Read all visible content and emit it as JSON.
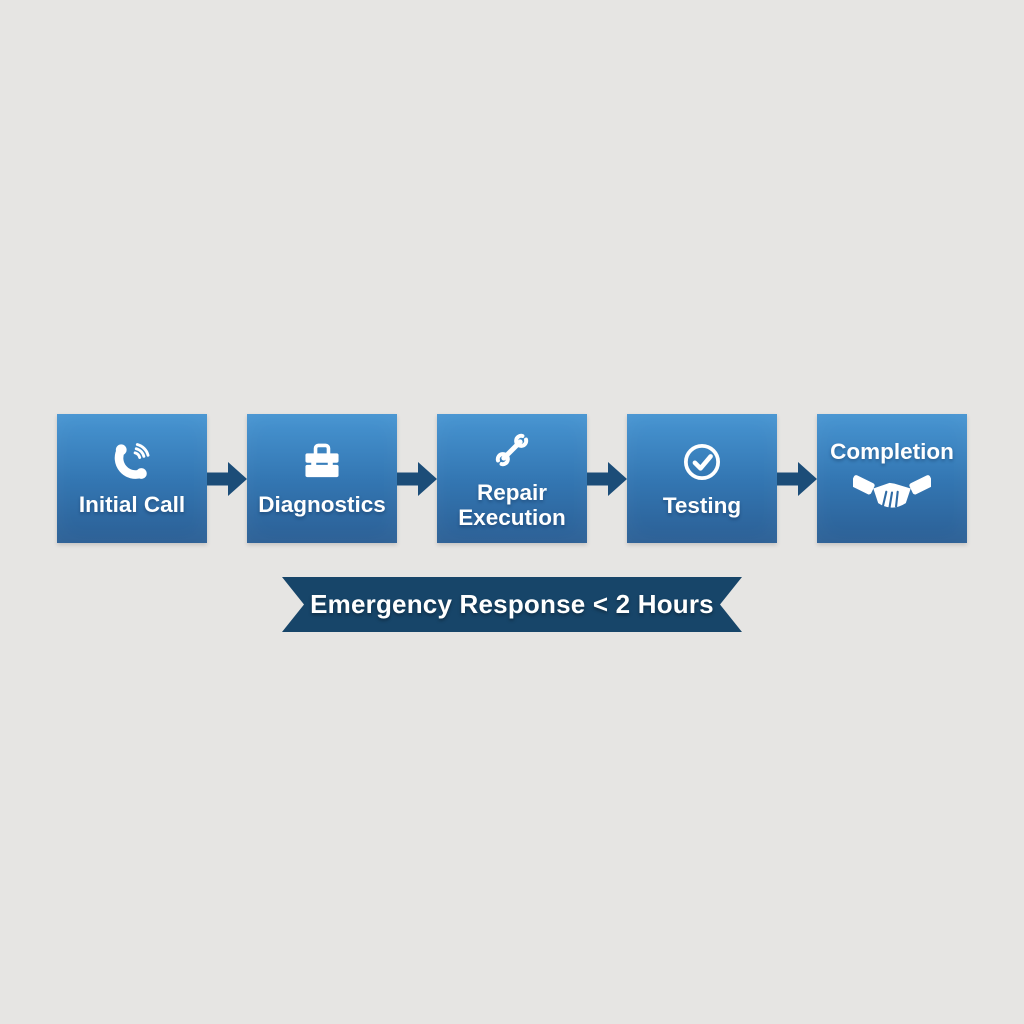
{
  "page": {
    "background": "#e6e5e3"
  },
  "flow": {
    "steps": [
      {
        "label": "Initial Call",
        "icon": "phone-call-icon",
        "icon_position": "top"
      },
      {
        "label": "Diagnostics",
        "icon": "toolbox-icon",
        "icon_position": "top"
      },
      {
        "label": "Repair Execution",
        "icon": "wrench-icon",
        "icon_position": "top"
      },
      {
        "label": "Testing",
        "icon": "check-circle-icon",
        "icon_position": "top"
      },
      {
        "label": "Completion",
        "icon": "handshake-icon",
        "icon_position": "bottom"
      }
    ],
    "connector": "arrow-right-icon",
    "colors": {
      "box_top": "#4795d2",
      "box_mid": "#3376b2",
      "box_bottom": "#2b5f95",
      "arrow": "#1c4d78",
      "ribbon": "#174569",
      "text": "#ffffff"
    }
  },
  "ribbon": {
    "label": "Emergency Response < 2 Hours"
  }
}
